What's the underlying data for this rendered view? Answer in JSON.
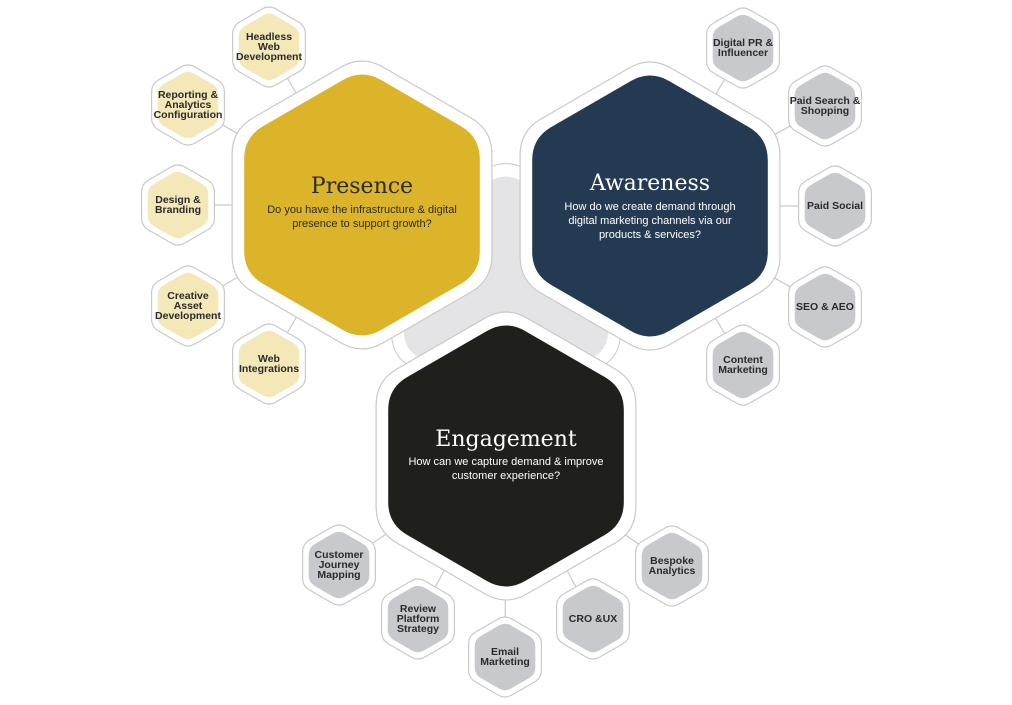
{
  "colors": {
    "presence": "#dcb42a",
    "awareness": "#243a53",
    "engagement": "#1f201c",
    "presence_light": "#f4e7b8",
    "gray_light": "#c7c9cc",
    "center_gray": "#e4e4e6",
    "outline": "#c9c9c9",
    "dark_text": "#2a2a2a",
    "light_text": "#ffffff"
  },
  "main": [
    {
      "id": "presence",
      "title": "Presence",
      "subtitle": "Do you have the infrastructure & digital presence to support growth?"
    },
    {
      "id": "awareness",
      "title": "Awareness",
      "subtitle": "How do we create demand through digital marketing channels via our products & services?"
    },
    {
      "id": "engagement",
      "title": "Engagement",
      "subtitle": "How can we capture demand & improve customer experience?"
    }
  ],
  "presence_items": [
    "Headless Web Development",
    "Reporting & Analytics Configuration",
    "Design & Branding",
    "Creative Asset Development",
    "Web Integrations"
  ],
  "awareness_items": [
    "Digital PR & Influencer",
    "Paid Search & Shopping",
    "Paid Social",
    "SEO & AEO",
    "Content Marketing"
  ],
  "engagement_items": [
    "Customer Journey Mapping",
    "Review Platform Strategy",
    "Email Marketing",
    "CRO &UX",
    "Bespoke Analytics"
  ]
}
